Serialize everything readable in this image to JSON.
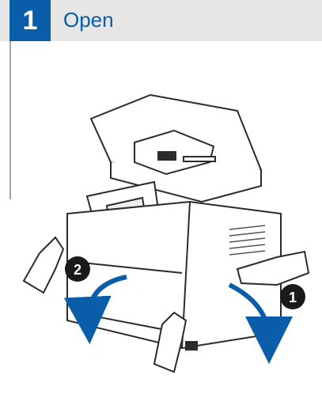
{
  "step": {
    "number": "1",
    "title": "Open"
  },
  "callouts": [
    {
      "label": "1"
    },
    {
      "label": "2"
    }
  ],
  "colors": {
    "accent": "#0a5da8",
    "header_bg": "#e6e6e6"
  }
}
